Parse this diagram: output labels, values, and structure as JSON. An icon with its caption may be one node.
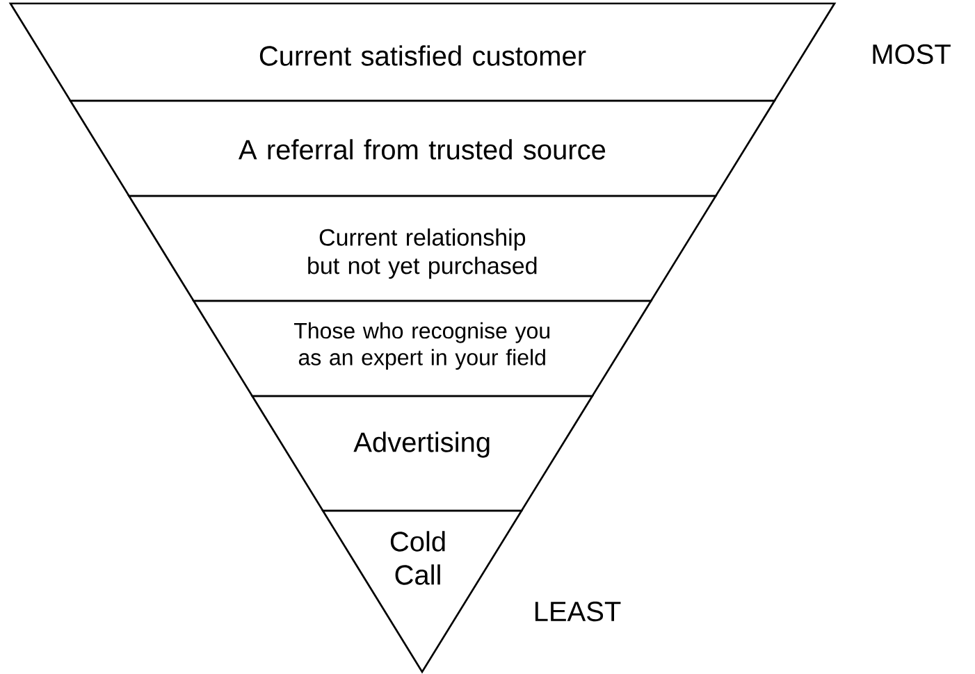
{
  "diagram": {
    "nodes": [
      {
        "text": [
          "Current satisfied customer"
        ]
      },
      {
        "text": [
          "A referral from trusted source"
        ]
      },
      {
        "text": [
          "Current relationship but not yet purchased"
        ]
      },
      {
        "text": [
          "Those who recognise you as an expert in your field"
        ]
      },
      {
        "text": [
          "Advertising"
        ]
      },
      {
        "text": [
          "Cold Call"
        ]
      }
    ],
    "edges": [],
    "labels": [
      "MOST",
      "LEAST"
    ]
  }
}
